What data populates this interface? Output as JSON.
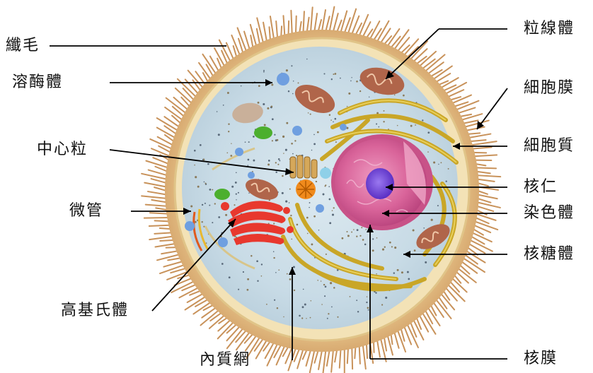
{
  "labels": {
    "cilia": "纖毛",
    "lysosome": "溶酶體",
    "centriole": "中心粒",
    "microtubule": "微管",
    "golgi": "高基氏體",
    "er": "內質網",
    "mitochondria": "粒線體",
    "cell_membrane": "細胞膜",
    "cytoplasm": "細胞質",
    "nucleolus": "核仁",
    "chromatin": "染色體",
    "ribosome": "核糖體",
    "nuclear_membrane": "核膜"
  },
  "colors": {
    "cilia": "#c8925a",
    "membrane": "#f2dfb0",
    "cytoplasm": "#cfe0ea",
    "nucleus": "#d9649a",
    "nucleolus": "#6b3fd6",
    "golgi": "#e8382e",
    "er": "#c9a627",
    "mitochondria": "#b0654a",
    "vesicle": "#6f9fe0",
    "green_vesicle": "#4caf2e"
  }
}
